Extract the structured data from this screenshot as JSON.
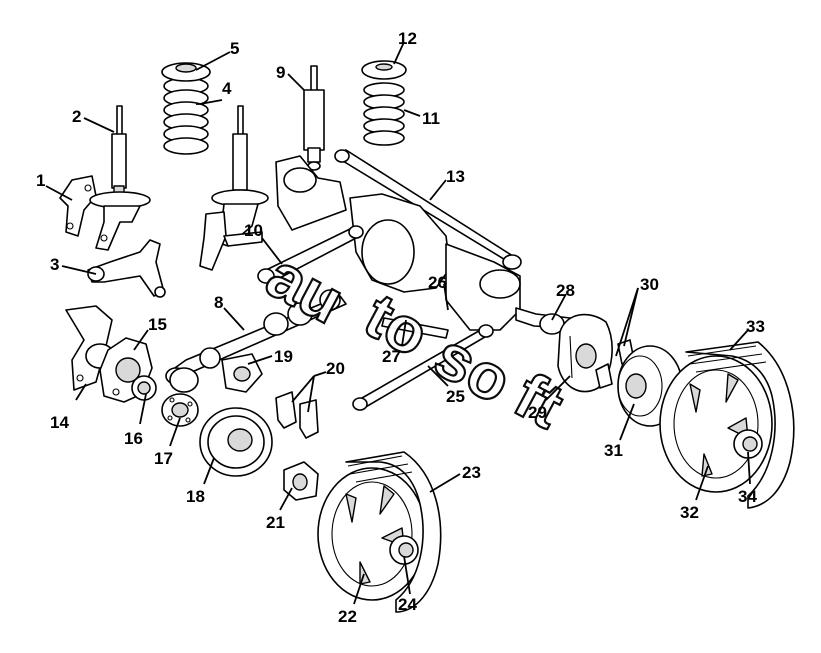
{
  "diagram": {
    "callouts": [
      "1",
      "2",
      "3",
      "4",
      "5",
      "8",
      "9",
      "10",
      "11",
      "12",
      "13",
      "14",
      "15",
      "16",
      "17",
      "18",
      "19",
      "20",
      "21",
      "22",
      "23",
      "24",
      "25",
      "26",
      "27",
      "28",
      "29",
      "30",
      "31",
      "32",
      "33",
      "34"
    ]
  },
  "watermark": {
    "text": "autosoft"
  }
}
